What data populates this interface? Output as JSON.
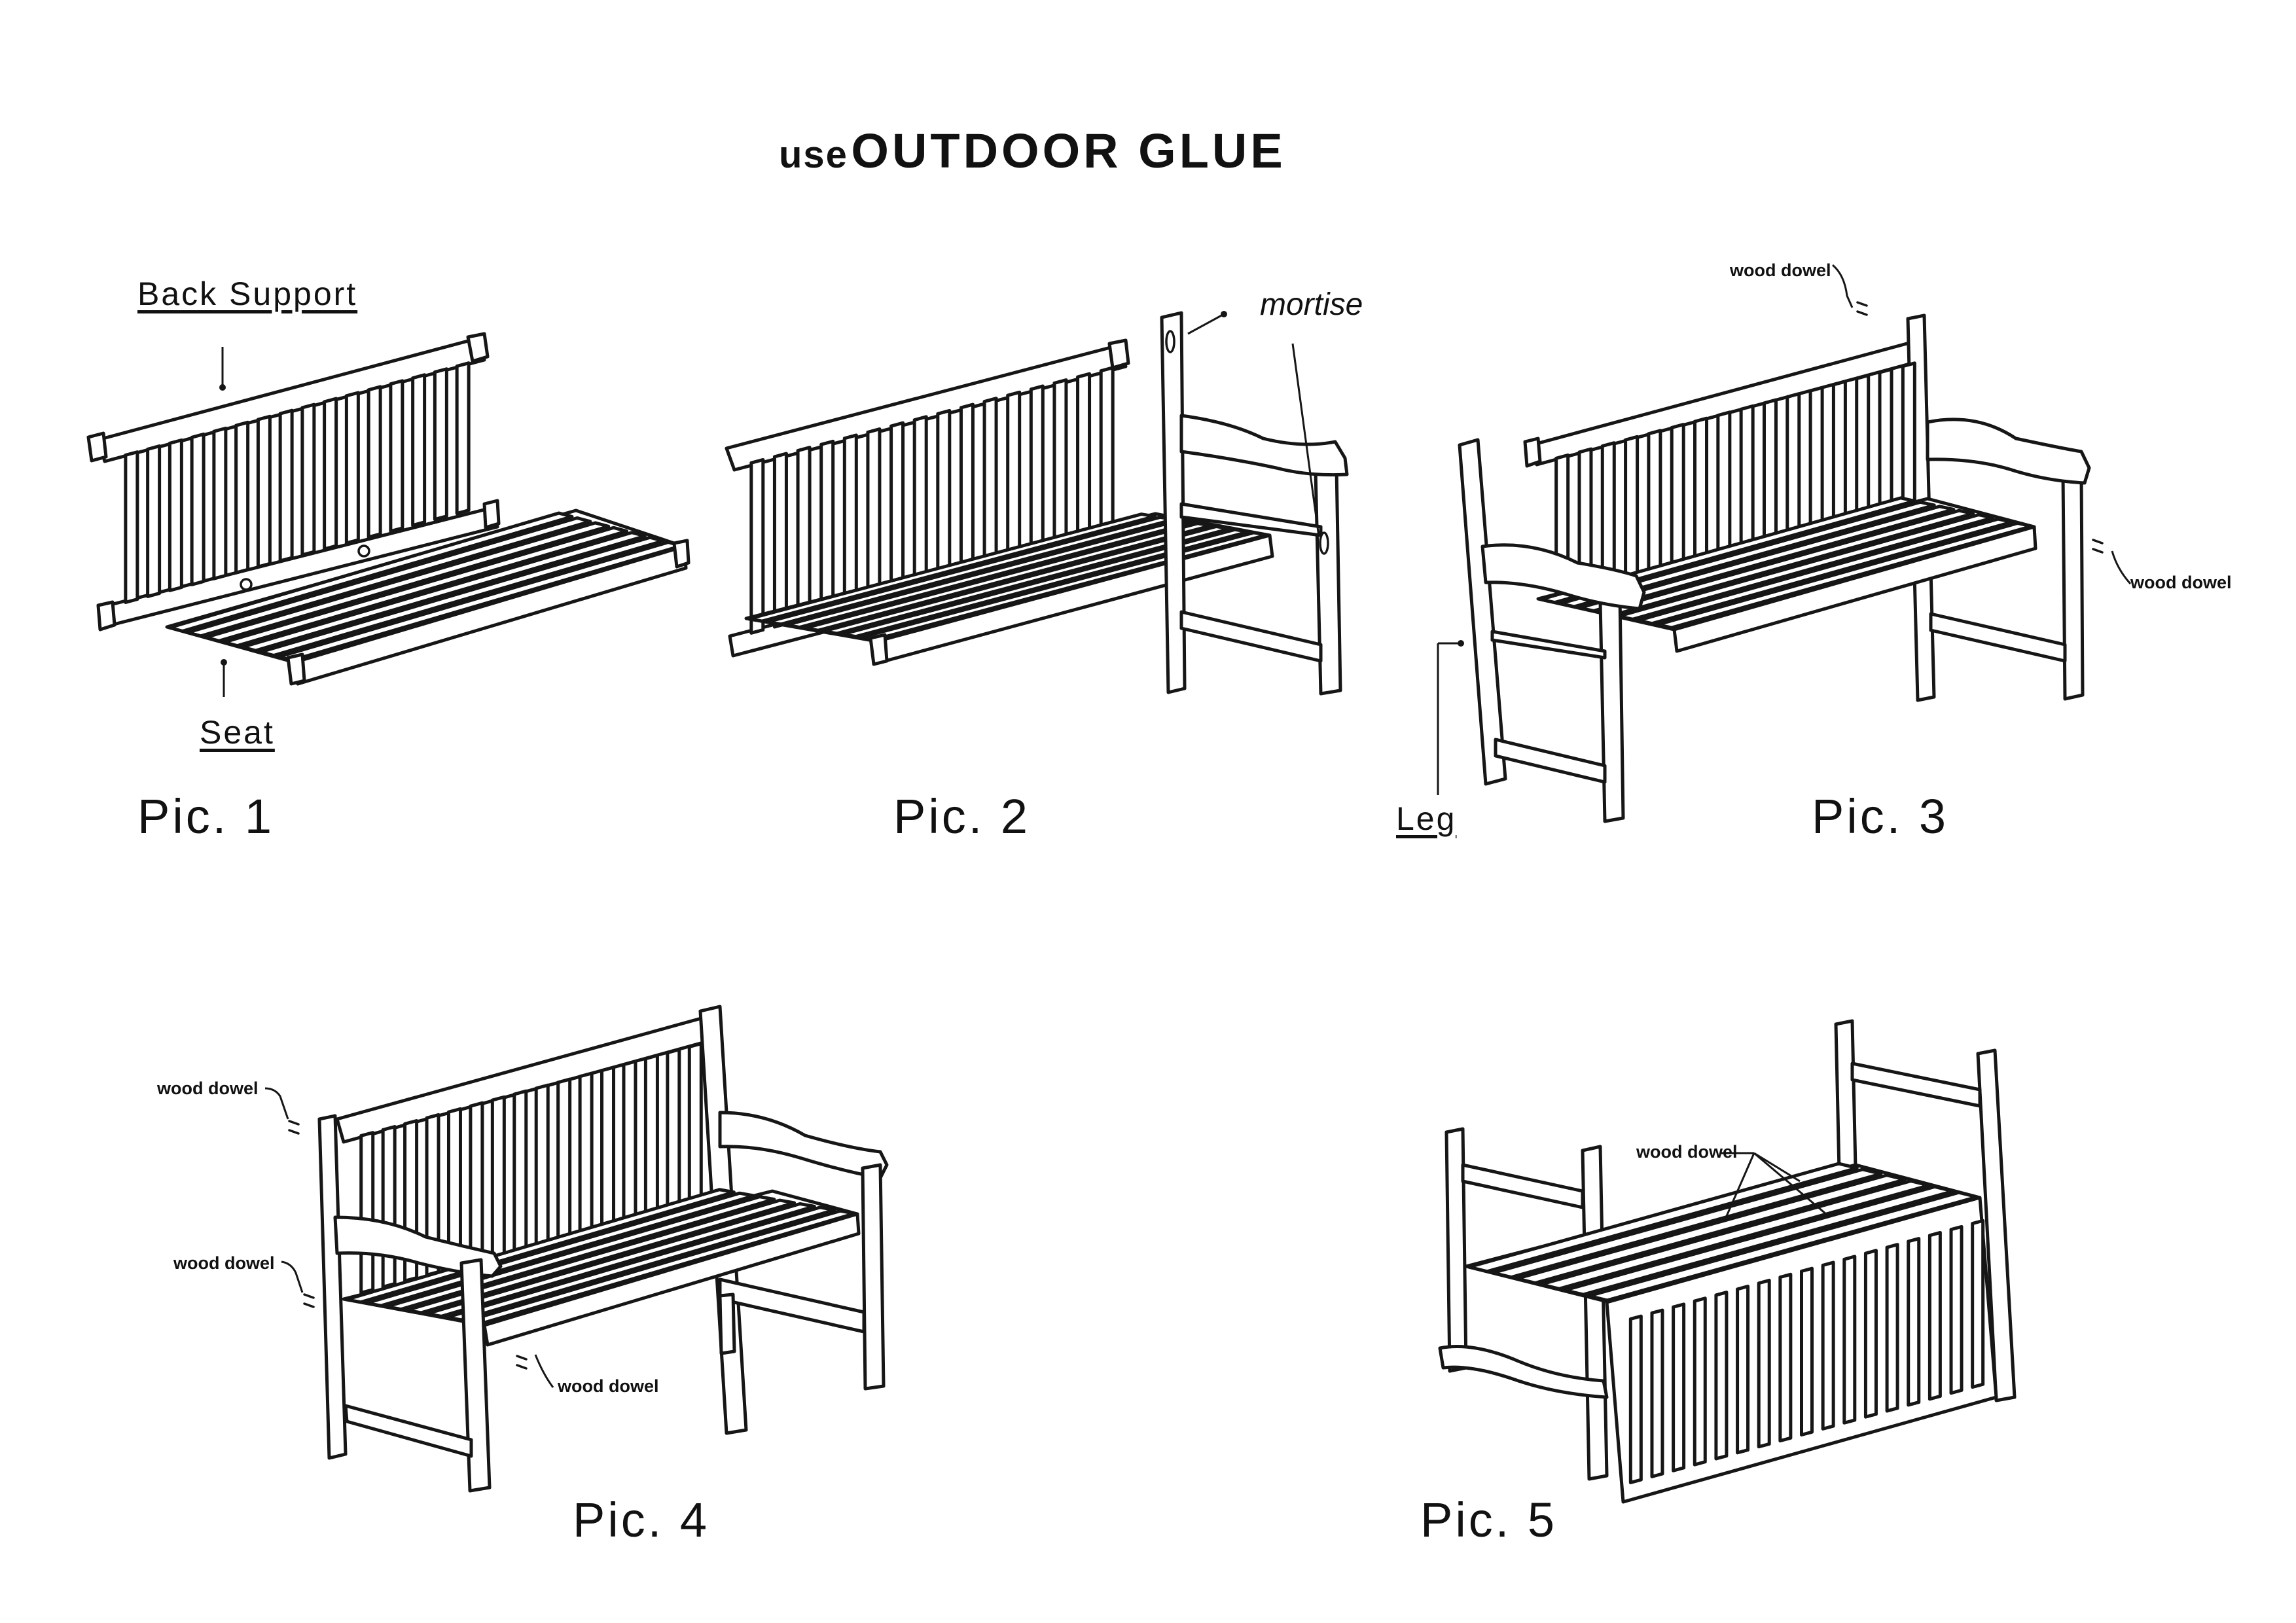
{
  "header": {
    "prefix": "use",
    "title": "OUTDOOR GLUE"
  },
  "pic1": {
    "caption": "Pic. 1",
    "back_label": "Back Support",
    "seat_label": "Seat"
  },
  "pic2": {
    "caption": "Pic. 2",
    "mortise_label": "mortise"
  },
  "pic3": {
    "caption": "Pic. 3",
    "leg_label": "Leg",
    "dowel_top": "wood dowel",
    "dowel_right": "wood dowel"
  },
  "pic4": {
    "caption": "Pic. 4",
    "dowel_1": "wood dowel",
    "dowel_2": "wood dowel",
    "dowel_3": "wood dowel"
  },
  "pic5": {
    "caption": "Pic. 5",
    "dowel": "wood dowel"
  }
}
